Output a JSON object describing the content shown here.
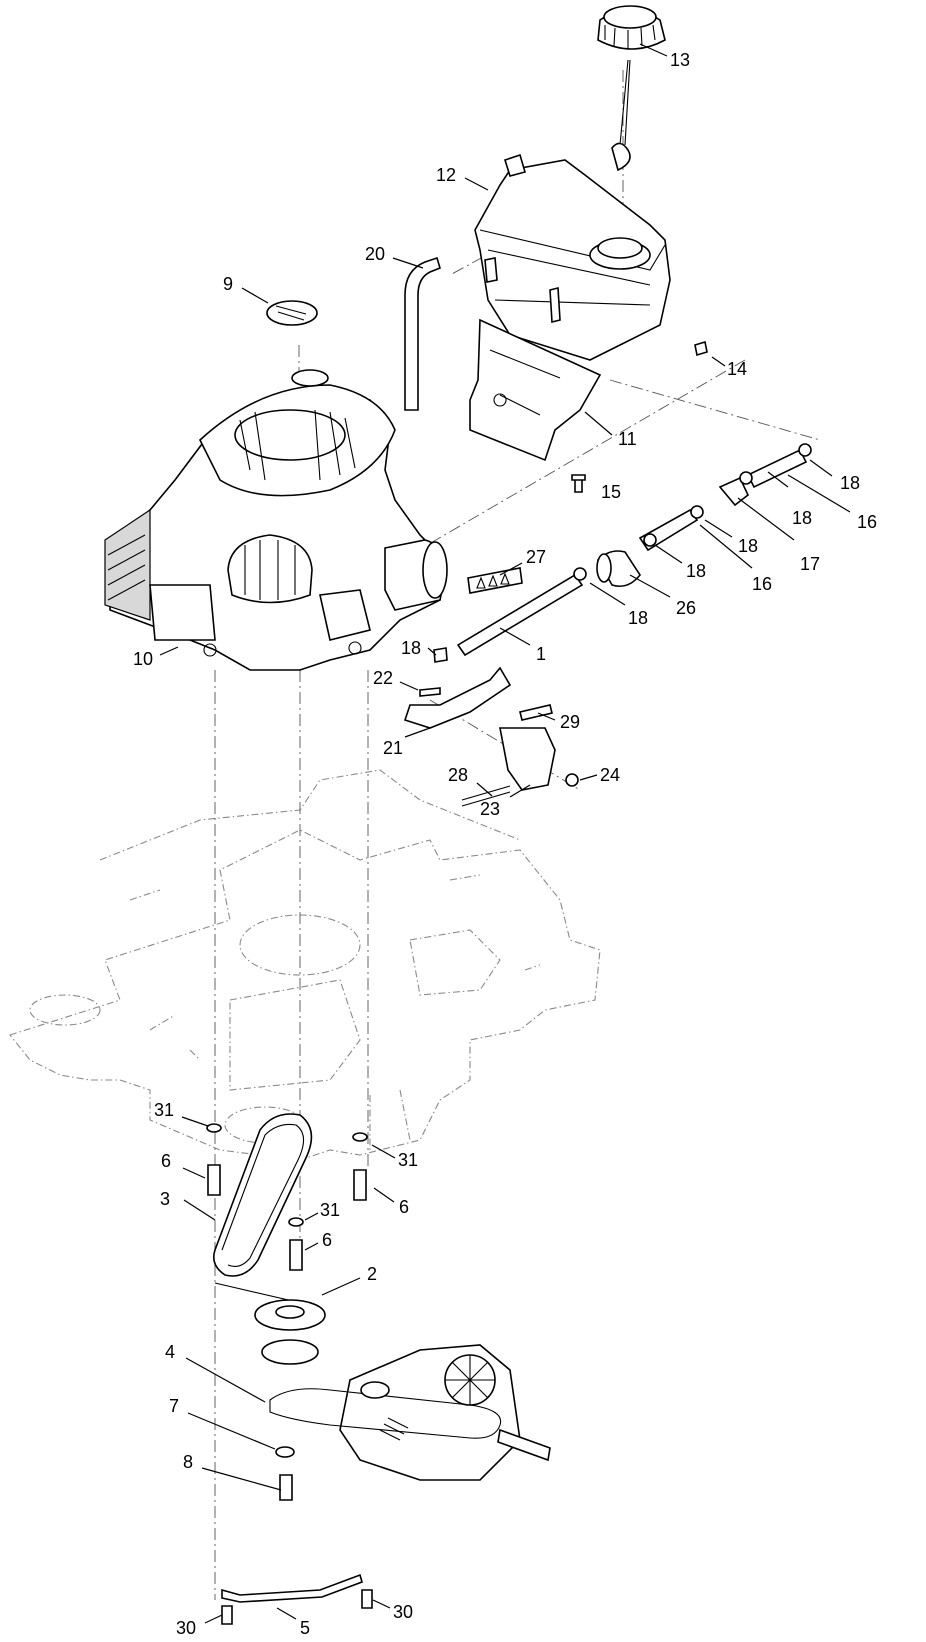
{
  "diagram": {
    "callouts": [
      {
        "id": "c1",
        "label": "1"
      },
      {
        "id": "c2",
        "label": "2"
      },
      {
        "id": "c3",
        "label": "3"
      },
      {
        "id": "c4",
        "label": "4"
      },
      {
        "id": "c5",
        "label": "5"
      },
      {
        "id": "c6a",
        "label": "6"
      },
      {
        "id": "c6b",
        "label": "6"
      },
      {
        "id": "c6c",
        "label": "6"
      },
      {
        "id": "c7",
        "label": "7"
      },
      {
        "id": "c8",
        "label": "8"
      },
      {
        "id": "c9",
        "label": "9"
      },
      {
        "id": "c10",
        "label": "10"
      },
      {
        "id": "c11",
        "label": "11"
      },
      {
        "id": "c12",
        "label": "12"
      },
      {
        "id": "c13",
        "label": "13"
      },
      {
        "id": "c14",
        "label": "14"
      },
      {
        "id": "c15",
        "label": "15"
      },
      {
        "id": "c16a",
        "label": "16"
      },
      {
        "id": "c16b",
        "label": "16"
      },
      {
        "id": "c17",
        "label": "17"
      },
      {
        "id": "c18a",
        "label": "18"
      },
      {
        "id": "c18b",
        "label": "18"
      },
      {
        "id": "c18c",
        "label": "18"
      },
      {
        "id": "c18d",
        "label": "18"
      },
      {
        "id": "c18e",
        "label": "18"
      },
      {
        "id": "c18f",
        "label": "18"
      },
      {
        "id": "c20",
        "label": "20"
      },
      {
        "id": "c21",
        "label": "21"
      },
      {
        "id": "c22",
        "label": "22"
      },
      {
        "id": "c23",
        "label": "23"
      },
      {
        "id": "c24",
        "label": "24"
      },
      {
        "id": "c26",
        "label": "26"
      },
      {
        "id": "c27",
        "label": "27"
      },
      {
        "id": "c28",
        "label": "28"
      },
      {
        "id": "c29",
        "label": "29"
      },
      {
        "id": "c30a",
        "label": "30"
      },
      {
        "id": "c30b",
        "label": "30"
      },
      {
        "id": "c31a",
        "label": "31"
      },
      {
        "id": "c31b",
        "label": "31"
      },
      {
        "id": "c31c",
        "label": "31"
      }
    ]
  }
}
